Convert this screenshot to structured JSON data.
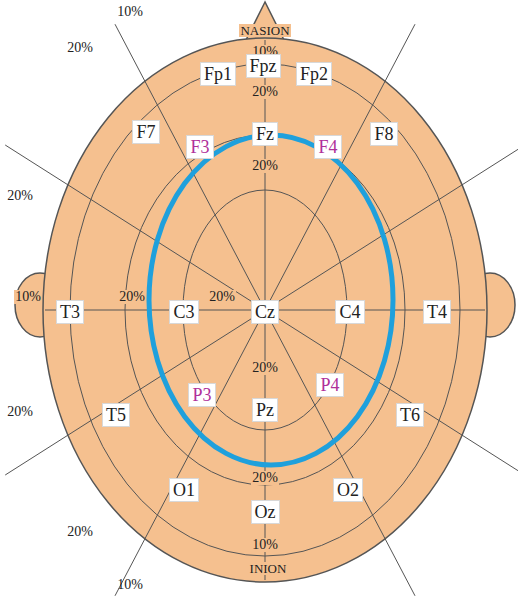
{
  "diagram": {
    "labels": [
      "10%",
      "NASION",
      "10%",
      "20%",
      "Fp1",
      "Fpz",
      "Fp2",
      "20%",
      "F7",
      "F3",
      "Fz",
      "F4",
      "F8",
      "20%",
      "20%",
      "10%",
      "T3",
      "20%",
      "C3",
      "20%",
      "Cz",
      "C4",
      "T4",
      "20%",
      "P3",
      "P4",
      "Pz",
      "20%",
      "T5",
      "T6",
      "O1",
      "O2",
      "20%",
      "Oz",
      "20%",
      "10%",
      "INION",
      "10%"
    ]
  }
}
